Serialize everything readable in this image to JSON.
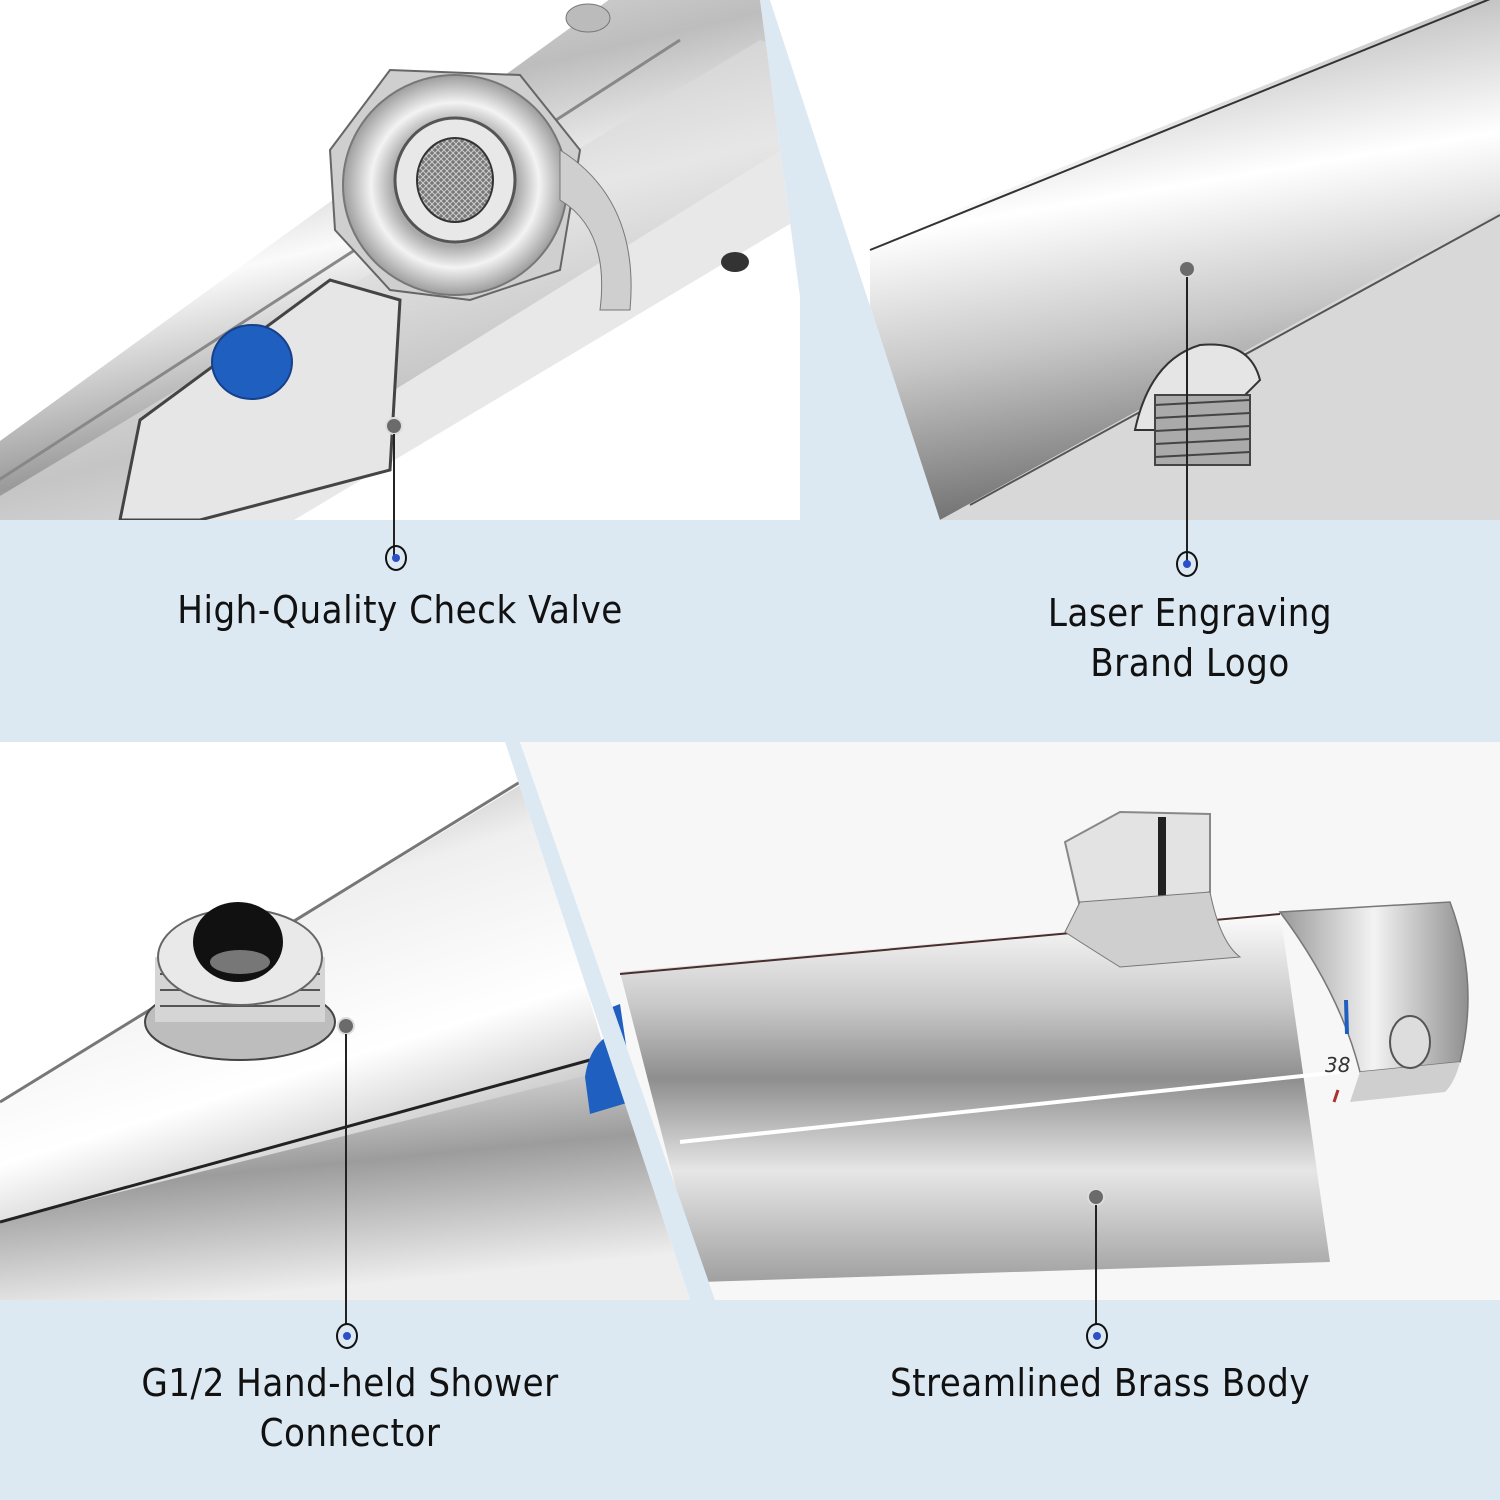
{
  "colors": {
    "background": "#dce9f3",
    "accent_blue": "#1f5fbf",
    "marker_dot": "#2b4fc7",
    "text": "#111111"
  },
  "panels": [
    {
      "id": "top-left",
      "caption_lines": [
        "High-Quality Check Valve"
      ],
      "subject": "check-valve-outlet-with-mesh-filter"
    },
    {
      "id": "top-right",
      "caption_lines": [
        "Laser Engraving",
        "Brand Logo"
      ],
      "subject": "threaded-inlet-under-chrome-body"
    },
    {
      "id": "bottom-left",
      "caption_lines": [
        "G1/2 Hand-held Shower",
        "Connector"
      ],
      "subject": "threaded-shower-connector"
    },
    {
      "id": "bottom-right",
      "caption_lines": [
        "Streamlined Brass Body"
      ],
      "subject": "thermostatic-valve-body",
      "dial_temperature": "38"
    }
  ]
}
